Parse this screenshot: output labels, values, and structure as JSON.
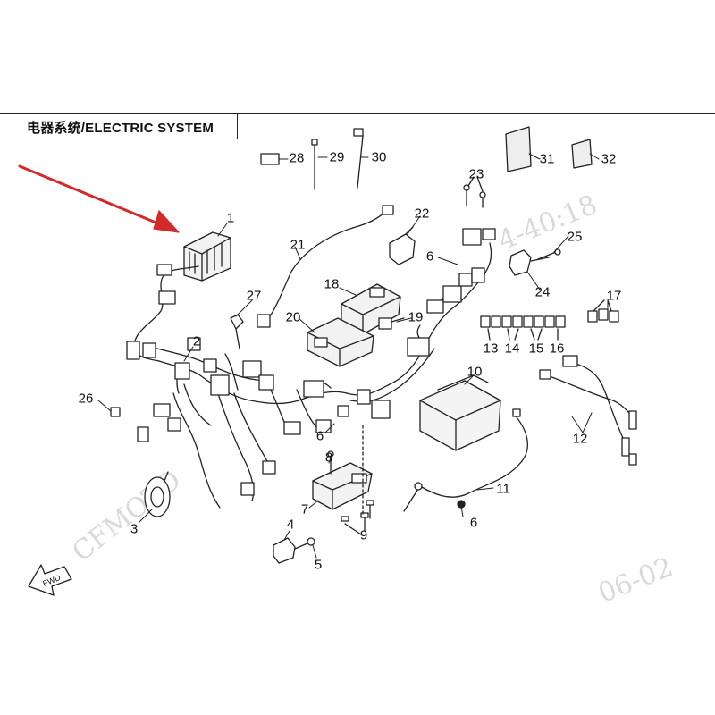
{
  "header": {
    "title": "电器系统/ELECTRIC SYSTEM"
  },
  "watermarks": {
    "brand": "CFMOTO",
    "time": "4-40:18",
    "date": "06-02"
  },
  "fwd_label": "FWD",
  "accent_color": "#d42a2a",
  "callouts": [
    {
      "id": "1",
      "label": "1"
    },
    {
      "id": "2",
      "label": "2"
    },
    {
      "id": "3",
      "label": "3"
    },
    {
      "id": "4",
      "label": "4"
    },
    {
      "id": "5",
      "label": "5"
    },
    {
      "id": "6a",
      "label": "6"
    },
    {
      "id": "6b",
      "label": "6"
    },
    {
      "id": "6c",
      "label": "6"
    },
    {
      "id": "7",
      "label": "7"
    },
    {
      "id": "8",
      "label": "8"
    },
    {
      "id": "9",
      "label": "9"
    },
    {
      "id": "10",
      "label": "10"
    },
    {
      "id": "11",
      "label": "11"
    },
    {
      "id": "12",
      "label": "12"
    },
    {
      "id": "13",
      "label": "13"
    },
    {
      "id": "14",
      "label": "14"
    },
    {
      "id": "15",
      "label": "15"
    },
    {
      "id": "16",
      "label": "16"
    },
    {
      "id": "17",
      "label": "17"
    },
    {
      "id": "18",
      "label": "18"
    },
    {
      "id": "19",
      "label": "19"
    },
    {
      "id": "20",
      "label": "20"
    },
    {
      "id": "21",
      "label": "21"
    },
    {
      "id": "22",
      "label": "22"
    },
    {
      "id": "23",
      "label": "23"
    },
    {
      "id": "24",
      "label": "24"
    },
    {
      "id": "25",
      "label": "25"
    },
    {
      "id": "26",
      "label": "26"
    },
    {
      "id": "27",
      "label": "27"
    },
    {
      "id": "28",
      "label": "28"
    },
    {
      "id": "29",
      "label": "29"
    },
    {
      "id": "30",
      "label": "30"
    },
    {
      "id": "31",
      "label": "31"
    },
    {
      "id": "32",
      "label": "32"
    }
  ]
}
